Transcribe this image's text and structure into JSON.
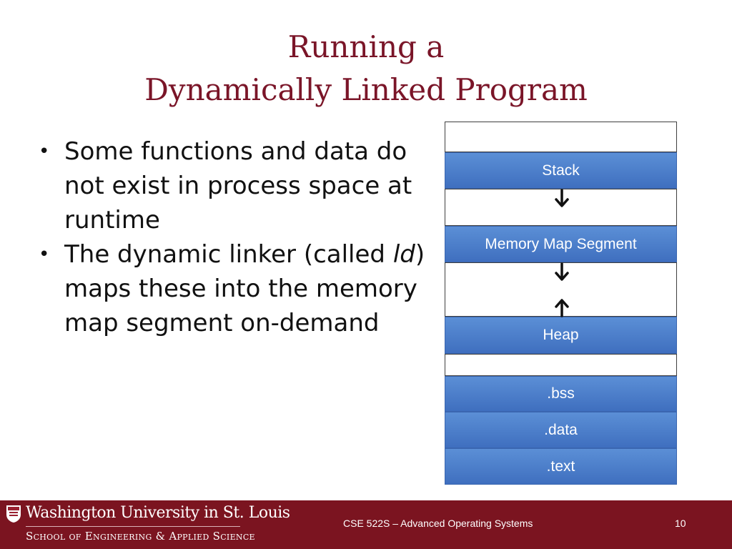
{
  "slide": {
    "title_line1": "Running a",
    "title_line2": "Dynamically Linked Program",
    "bullets": [
      {
        "pre": "Some functions and data do not exist in process space at runtime",
        "italic": "",
        "post": ""
      },
      {
        "pre": "The dynamic linker (called ",
        "italic": "ld",
        "post": ") maps these into the memory map segment on-demand"
      }
    ]
  },
  "memory_layout": {
    "segments": [
      "",
      "Stack",
      "",
      "Memory Map Segment",
      "",
      "Heap",
      "",
      ".bss",
      ".data",
      ".text"
    ]
  },
  "footer": {
    "logo_line1": "Washington University in St. Louis",
    "logo_line2": "School of Engineering & Applied Science",
    "course": "CSE 522S – Advanced Operating Systems",
    "page": "10"
  }
}
